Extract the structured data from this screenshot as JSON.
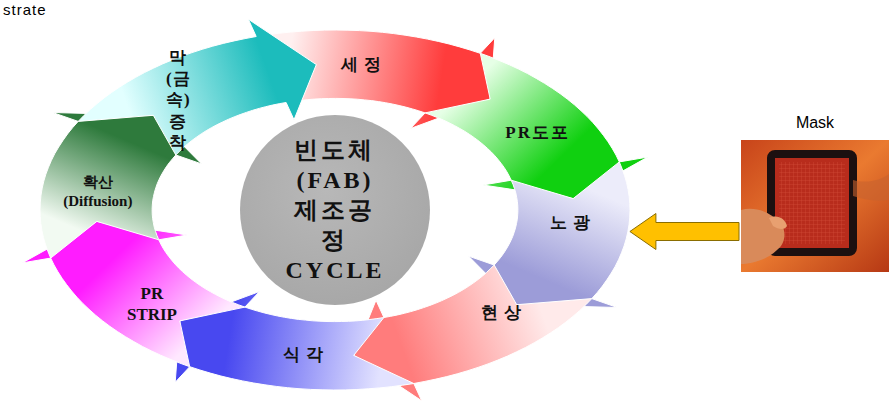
{
  "diagram": {
    "nodes": [
      {
        "text": [
          "빈도체 (FAB) 제조공정 CYCLE"
        ]
      },
      {
        "text": [
          "세정"
        ]
      },
      {
        "text": [
          "PR도포"
        ]
      },
      {
        "text": [
          "노광"
        ]
      },
      {
        "text": [
          "현상"
        ]
      },
      {
        "text": [
          "식각"
        ]
      },
      {
        "text": [
          "PR STRIP"
        ]
      },
      {
        "text": [
          "확산 (Diffusion)"
        ]
      },
      {
        "text": [
          "막(금속) 증착"
        ]
      },
      {
        "text": [
          "Mask"
        ]
      }
    ],
    "edges": [
      {
        "from": 9,
        "to": 3,
        "arrow": "to"
      }
    ],
    "labels": [
      "strate"
    ]
  }
}
